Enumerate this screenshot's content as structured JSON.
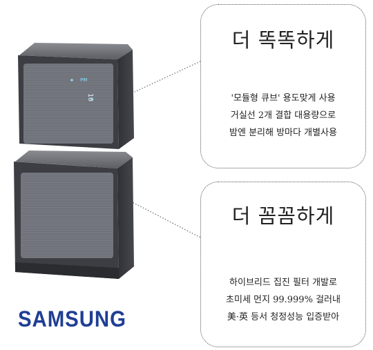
{
  "product": {
    "display_mode": "PM",
    "display_reading": "10",
    "color_body": "#4a4c52",
    "color_grille": "#6e7078"
  },
  "callouts": [
    {
      "heading": "더 똑똑하게",
      "lines": [
        "'모듈형 큐브' 용도맞게 사용",
        "거실선 2개 결합 대용량으로",
        "밤엔 분리해 방마다 개별사용"
      ]
    },
    {
      "heading": "더 꼼꼼하게",
      "lines": [
        "하이브리드 집진 필터 개발로",
        "초미세 먼지 99.999% 걸러내",
        "美·英 등서 청정성능 입증받아"
      ]
    }
  ],
  "brand": {
    "logo_text": "SAMSUNG",
    "logo_color": "#1f3e95"
  }
}
